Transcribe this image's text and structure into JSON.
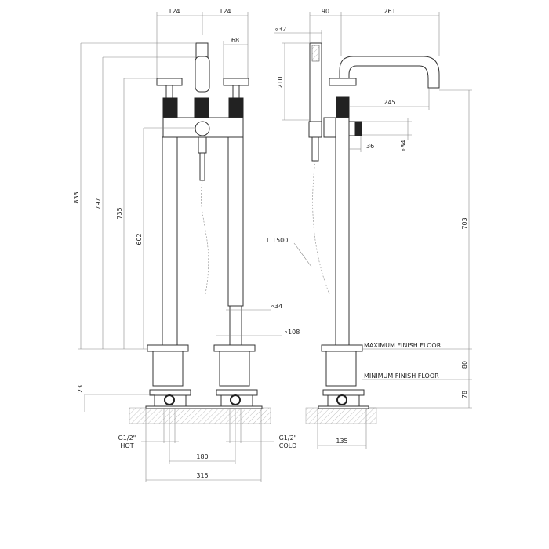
{
  "front_view": {
    "dims": {
      "d124a": "124",
      "d124b": "124",
      "d68": "68",
      "d833": "833",
      "d797": "797",
      "d735": "735",
      "d602": "602",
      "d23": "23",
      "d180": "180",
      "d315": "315",
      "d34": "∘34",
      "d108": "∘108"
    },
    "hot": {
      "thread": "G1/2\"",
      "label": "HOT"
    },
    "cold": {
      "thread": "G1/2\"",
      "label": "COLD"
    }
  },
  "side_view": {
    "dims": {
      "d90": "90",
      "d261": "261",
      "d32": "∘32",
      "d210": "210",
      "d245": "245",
      "d36": "36",
      "d34": "∘34",
      "d703": "703",
      "d80": "80",
      "d78": "78",
      "d135": "135"
    },
    "hose": "L 1500",
    "max_floor": "MAXIMUM  FINISH  FLOOR",
    "min_floor": "MINIMUM  FINISH  FLOOR"
  }
}
